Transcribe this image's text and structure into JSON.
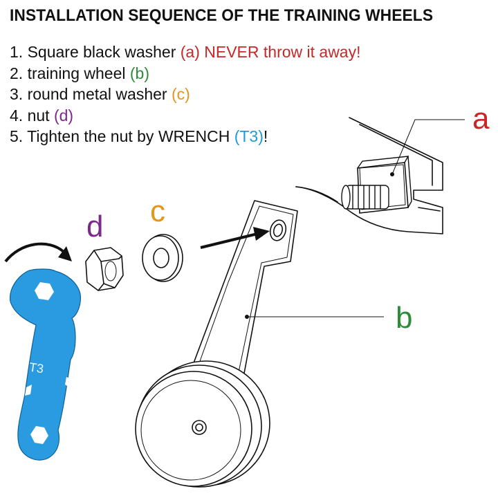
{
  "title": "INSTALLATION SEQUENCE OF THE TRAINING WHEELS",
  "steps": [
    {
      "text": "1. Square black washer ",
      "highlight": "(a) NEVER throw it away!",
      "tail": ""
    },
    {
      "text": "2. training wheel ",
      "highlight": "(b)",
      "tail": ""
    },
    {
      "text": "3. round metal washer ",
      "highlight": "(c)",
      "tail": ""
    },
    {
      "text": "4. nut ",
      "highlight": "(d)",
      "tail": ""
    },
    {
      "text": "5. Tighten the nut by WRENCH ",
      "highlight": "(T3)",
      "tail": "!"
    }
  ],
  "labels": {
    "a": "a",
    "b": "b",
    "c": "c",
    "d": "d",
    "wrench_marking": "T3"
  },
  "colors": {
    "a": "#c62828",
    "b": "#2e8b3a",
    "c": "#e59517",
    "d": "#7a2a88",
    "t3": "#1e9ad6",
    "wrench": "#2a9be0"
  },
  "icons": [
    "curved-arrow-icon",
    "straight-arrow-icon"
  ]
}
